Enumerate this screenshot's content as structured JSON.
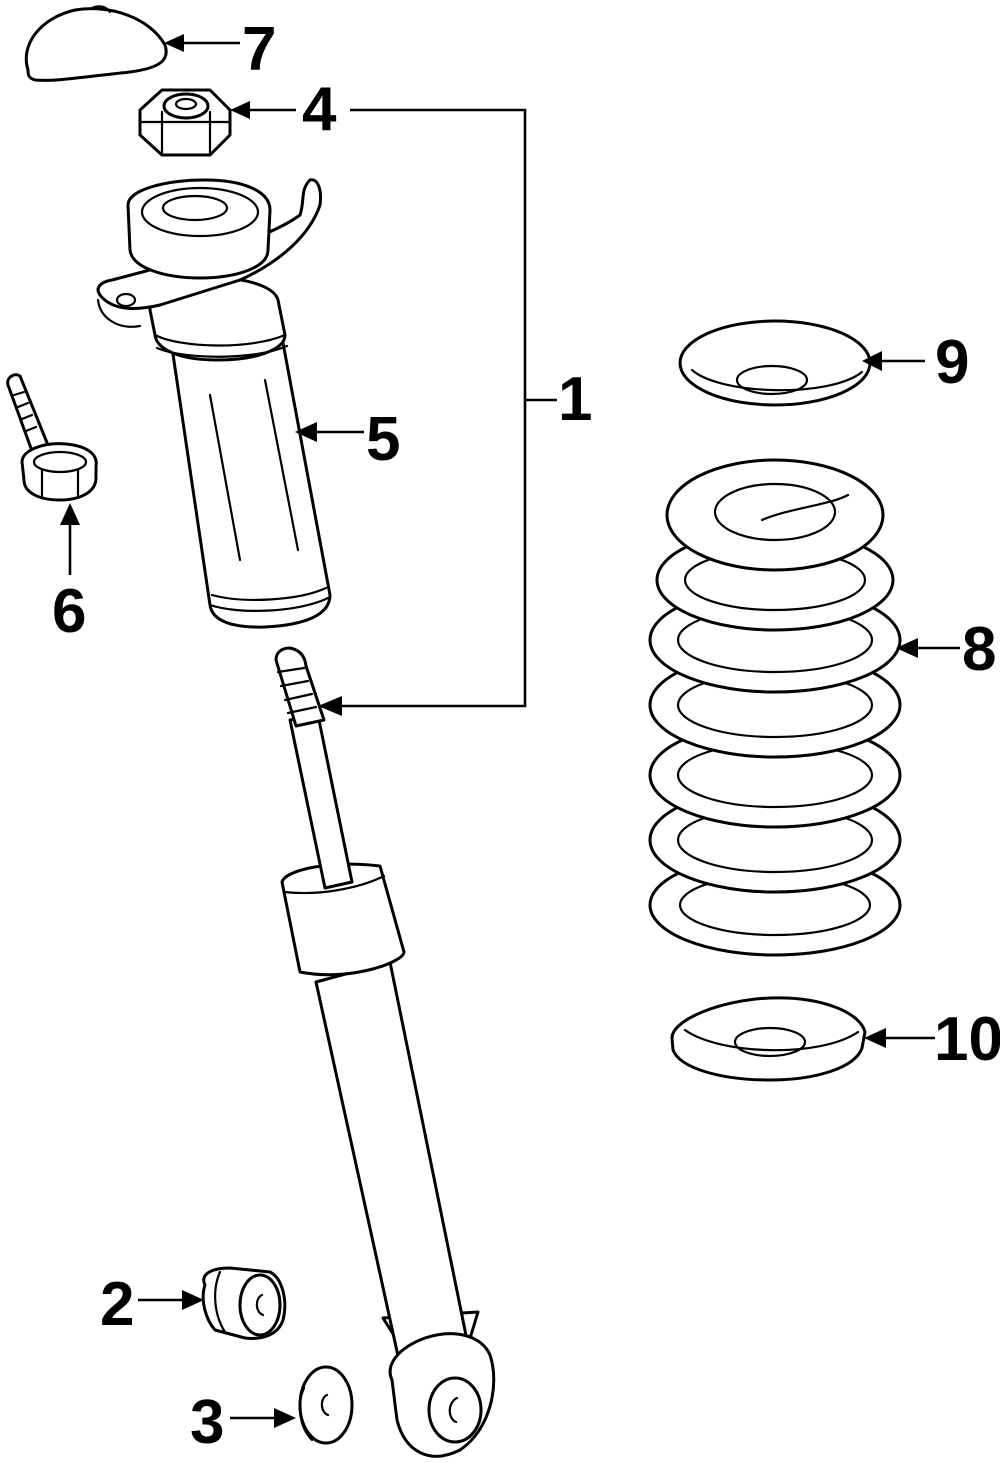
{
  "diagram": {
    "callouts": {
      "c1": "1",
      "c2": "2",
      "c3": "3",
      "c4": "4",
      "c5": "5",
      "c6": "6",
      "c7": "7",
      "c8": "8",
      "c9": "9",
      "c10": "10"
    },
    "line_color": "#000000",
    "background": "#ffffff"
  }
}
